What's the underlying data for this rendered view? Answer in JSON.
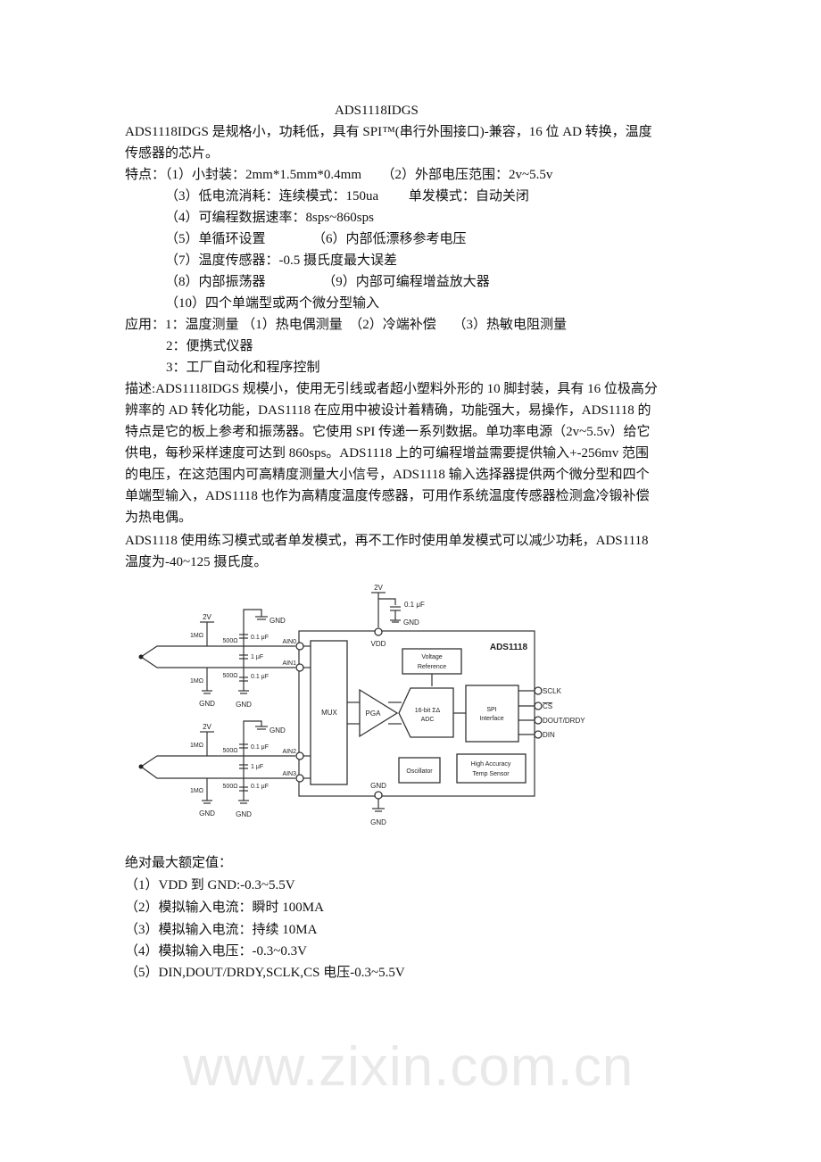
{
  "watermark": "www.zixin.com.cn",
  "title": "ADS1118IDGS",
  "intro": [
    "ADS1118IDGS 是规格小，功耗低，具有 SPI™(串行外围接口)-兼容，16 位 AD 转换，温度",
    "传感器的芯片。"
  ],
  "features": [
    "特点：（1）小封装：2mm*1.5mm*0.4mm　　（2）外部电压范围：2v~5.5v",
    "（3）低电流消耗：连续模式：150ua　　 单发模式：自动关闭",
    "（4）可编程数据速率：8sps~860sps",
    "（5）单循环设置　　　　（6）内部低漂移参考电压",
    "（7）温度传感器：-0.5 摄氏度最大误差",
    "（8）内部振荡器　　　　 （9）内部可编程增益放大器",
    "（10）四个单端型或两个微分型输入"
  ],
  "applications": [
    "应用：1：温度测量 （1）热电偶测量　（2）冷端补偿　 （3）热敏电阻测量",
    "2：便携式仪器",
    "3：工厂自动化和程序控制"
  ],
  "description": [
    "描述:ADS1118IDGS 规模小，使用无引线或者超小塑料外形的 10 脚封装，具有 16 位极高分",
    "辨率的 AD 转化功能，DAS1118 在应用中被设计着精确，功能强大，易操作，ADS1118 的",
    "特点是它的板上参考和振荡器。它使用 SPI 传递一系列数据。单功率电源（2v~5.5v）给它",
    "供电，每秒采样速度可达到 860sps。ADS1118 上的可编程增益需要提供输入+-256mv 范围",
    "的电压，在这范围内可高精度测量大小信号，ADS1118 输入选择器提供两个微分型和四个",
    "单端型输入，ADS1118 也作为高精度温度传感器，可用作系统温度传感器检测盒冷锻补偿",
    "为热电偶。"
  ],
  "modes": [
    "ADS1118 使用练习模式或者单发模式，再不工作时使用单发模式可以减少功耗，ADS1118",
    "温度为-40~125 摄氏度。"
  ],
  "diagram": {
    "chip": "ADS1118",
    "vdd": "VDD",
    "gnd": "GND",
    "v2": "2V",
    "cap01": "0.1 μF",
    "cap1": "1 μF",
    "r1m": "1MΩ",
    "r500": "500Ω",
    "ain": [
      "AIN0",
      "AIN1",
      "AIN2",
      "AIN3"
    ],
    "mux": "MUX",
    "pga": "PGA",
    "adc": [
      "16-bit ΣΔ",
      "ADC"
    ],
    "vref": [
      "Voltage",
      "Reference"
    ],
    "spi": [
      "SPI",
      "Interface"
    ],
    "osc": "Oscillator",
    "temp": [
      "High Accuracy",
      "Temp Sensor"
    ],
    "pins": [
      "SCLK",
      "CS",
      "DOUT/DRDY",
      "DIN"
    ]
  },
  "ratings": {
    "heading": "绝对最大额定值：",
    "items": [
      "（1）VDD 到 GND:-0.3~5.5V",
      "（2）模拟输入电流：瞬时 100MA",
      "（3）模拟输入电流：持续 10MA",
      "（4）模拟输入电压：-0.3~0.3V",
      "（5）DIN,DOUT/DRDY,SCLK,CS 电压-0.3~5.5V"
    ]
  }
}
